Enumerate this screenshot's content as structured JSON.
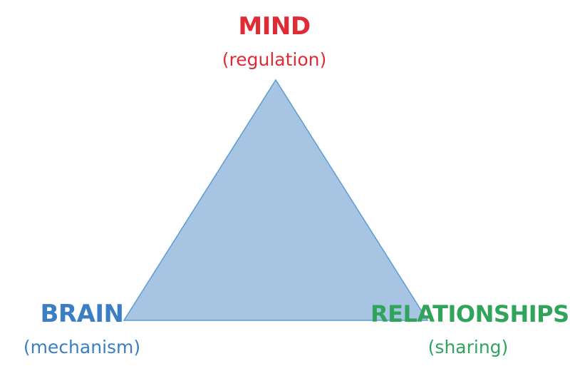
{
  "diagram": {
    "type": "triangle",
    "fill_color": "#a7c5e3",
    "stroke_color": "#5b9bd5",
    "nodes": [
      {
        "id": "mind",
        "position": "top",
        "title": "MIND",
        "subtitle": "(regulation)",
        "color": "#e02b35"
      },
      {
        "id": "brain",
        "position": "bottom-left",
        "title": "BRAIN",
        "subtitle": "(mechanism)",
        "color": "#3a7fc4"
      },
      {
        "id": "relationships",
        "position": "bottom-right",
        "title": "RELATIONSHIPS",
        "subtitle": "(sharing)",
        "color": "#2fa45a"
      }
    ]
  }
}
